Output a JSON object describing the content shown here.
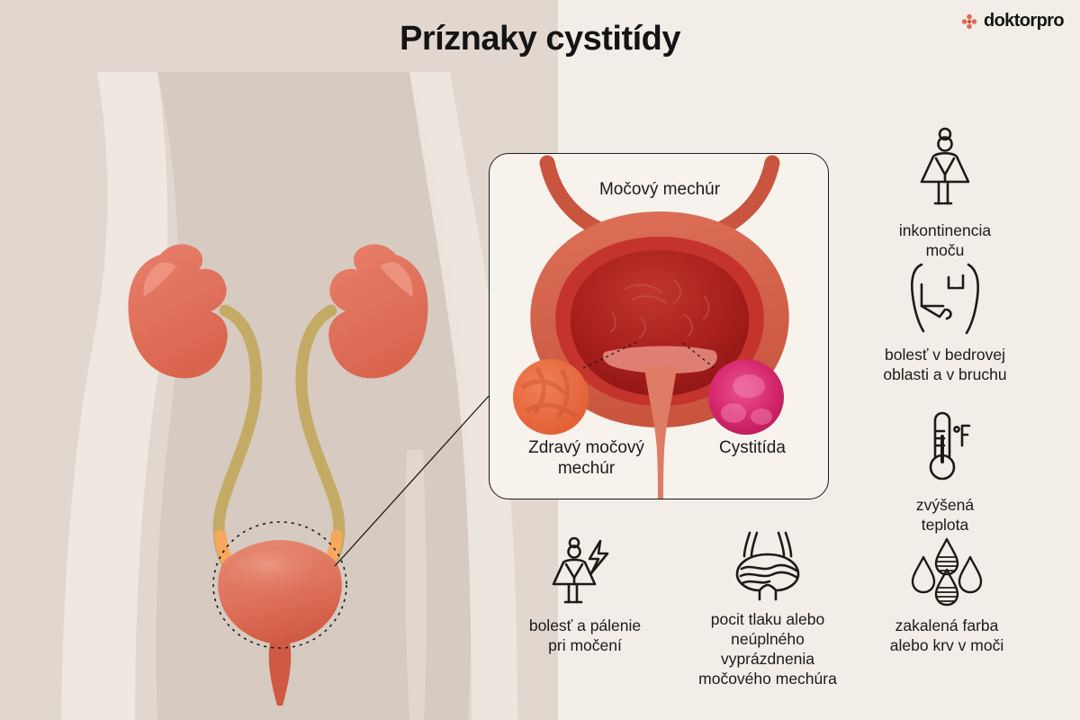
{
  "page": {
    "title": "Príznaky cystitídy",
    "background_color": "#e2d7cf",
    "background_right_color": "#f2ede6",
    "text_color": "#1b1b1b"
  },
  "logo": {
    "word": "doktorpro",
    "mark_name": "dot-cluster-icon",
    "mark_color": "#e06a5a"
  },
  "anatomy": {
    "name": "urinary-system-illustration",
    "kidney_color": "#e0715c",
    "ureter_color": "#c4ab65",
    "ureter_highlight_color": "#f5a85e",
    "bladder_color": "#e0715c",
    "silhouette_color": "#d9cdc4",
    "highlight_circle": "dotted"
  },
  "panel": {
    "name": "bladder-detail-panel",
    "border_color": "#1c1c1c",
    "fill_color": "#f7f2ec",
    "bladder_label": "Močový mechúr",
    "insets": [
      {
        "name": "healthy-bladder-inset",
        "caption": "Zdravý močový\nmechúr",
        "color": "#e8683f"
      },
      {
        "name": "cystitis-inset",
        "caption": "Cystitída",
        "color": "#d6286b"
      }
    ],
    "bladder_wall_color": "#d9684f",
    "bladder_lining_color": "#c4342c",
    "bladder_cavity_color": "#a81f1c"
  },
  "symptoms": [
    {
      "id": "incontinence",
      "icon": "woman-crossed-legs-icon",
      "caption": "inkontinencia\nmoču"
    },
    {
      "id": "lumbar-pain",
      "icon": "torso-back-pain-icon",
      "caption": "bolesť v bedrovej\noblasti a v bruchu"
    },
    {
      "id": "fever",
      "icon": "thermometer-fahrenheit-icon",
      "caption": "zvýšená\nteplota"
    },
    {
      "id": "burning",
      "icon": "woman-lightning-pain-icon",
      "caption": "bolesť a pálenie\npri močení"
    },
    {
      "id": "pressure",
      "icon": "bladder-outline-icon",
      "caption": "pocit tlaku alebo\nneúplného\nvyprázdnenia\nmočového mechúra"
    },
    {
      "id": "blood-urine",
      "icon": "urine-droplets-icon",
      "caption": "zakalená farba\nalebo krv v moči"
    }
  ]
}
